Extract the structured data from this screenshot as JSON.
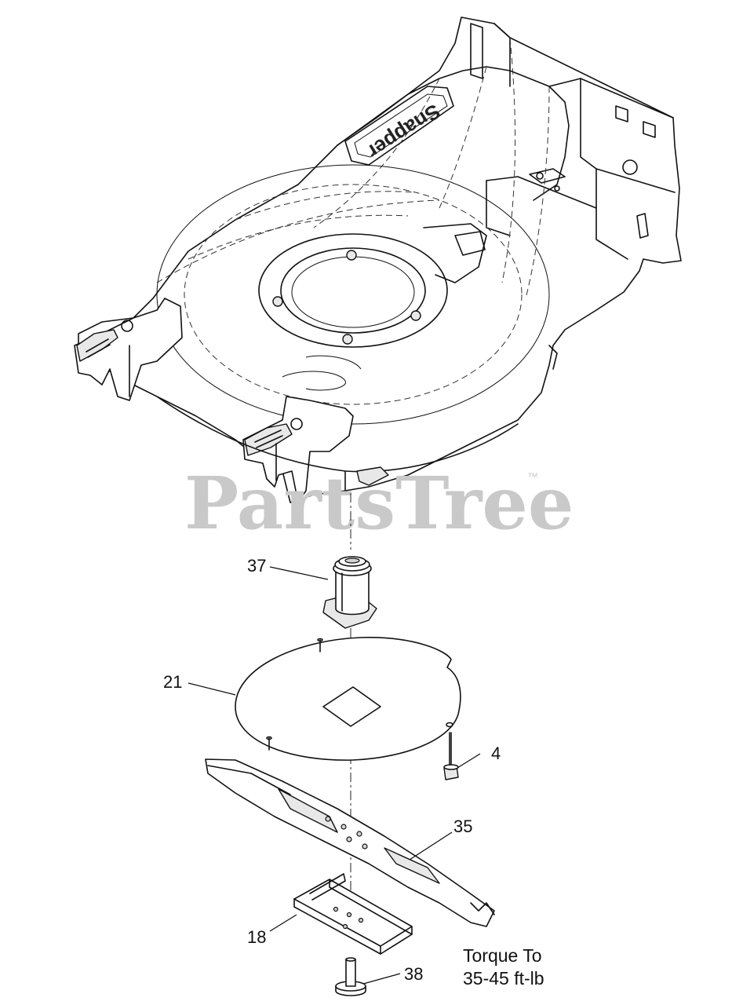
{
  "diagram": {
    "logo_text": "Snapper",
    "watermark": {
      "text": "PartsTree",
      "trademark": "™"
    },
    "callouts": [
      {
        "id": "37",
        "label": "37"
      },
      {
        "id": "21",
        "label": "21"
      },
      {
        "id": "4",
        "label": "4"
      },
      {
        "id": "35",
        "label": "35"
      },
      {
        "id": "18",
        "label": "18"
      },
      {
        "id": "38",
        "label": "38"
      }
    ],
    "torque_note": {
      "line1": "Torque To",
      "line2": "35-45 ft-lb"
    }
  }
}
